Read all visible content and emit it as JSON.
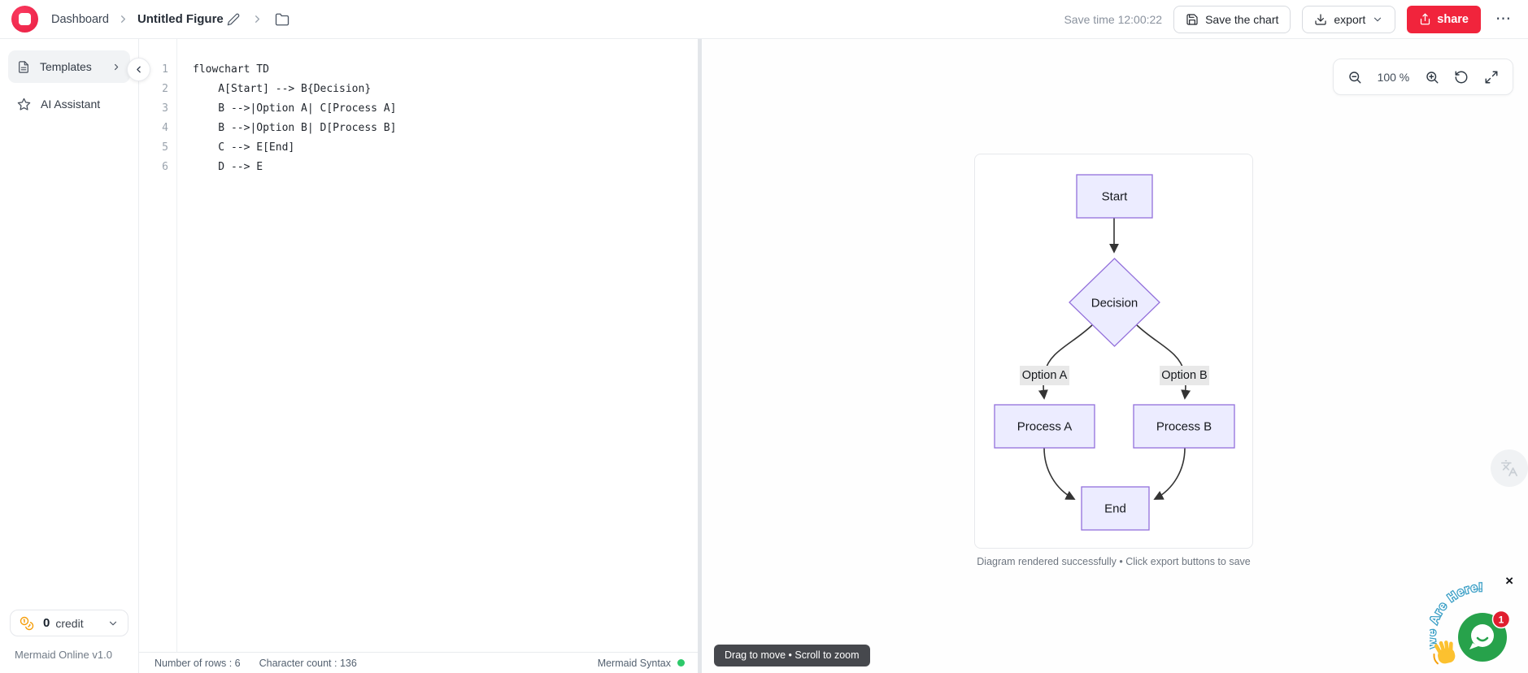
{
  "topbar": {
    "breadcrumb_dashboard": "Dashboard",
    "title": "Untitled Figure",
    "save_time": "Save time 12:00:22",
    "save_chart_label": "Save the chart",
    "export_label": "export",
    "share_label": "share",
    "more_label": "⋯"
  },
  "sidebar": {
    "templates_label": "Templates",
    "ai_assistant_label": "AI Assistant",
    "credit_count": "0",
    "credit_label": "credit",
    "version": "Mermaid Online v1.0"
  },
  "editor": {
    "line_numbers": [
      "1",
      "2",
      "3",
      "4",
      "5",
      "6"
    ],
    "lines": [
      "flowchart TD",
      "    A[Start] --> B{Decision}",
      "    B -->|Option A| C[Process A]",
      "    B -->|Option B| D[Process B]",
      "    C --> E[End]",
      "    D --> E"
    ],
    "status_rows": "Number of rows : 6",
    "status_chars": "Character count : 136",
    "status_syntax": "Mermaid Syntax"
  },
  "preview": {
    "zoom_level": "100 %",
    "status_message": "Diagram rendered successfully • Click export buttons to save",
    "tooltip": "Drag to move • Scroll to zoom"
  },
  "diagram": {
    "type": "flowchart",
    "direction": "TD",
    "nodes": [
      {
        "id": "A",
        "label": "Start",
        "shape": "rectangle"
      },
      {
        "id": "B",
        "label": "Decision",
        "shape": "diamond"
      },
      {
        "id": "C",
        "label": "Process A",
        "shape": "rectangle"
      },
      {
        "id": "D",
        "label": "Process B",
        "shape": "rectangle"
      },
      {
        "id": "E",
        "label": "End",
        "shape": "rectangle"
      }
    ],
    "edges": [
      {
        "from": "A",
        "to": "B",
        "label": ""
      },
      {
        "from": "B",
        "to": "C",
        "label": "Option A"
      },
      {
        "from": "B",
        "to": "D",
        "label": "Option B"
      },
      {
        "from": "C",
        "to": "E",
        "label": ""
      },
      {
        "from": "D",
        "to": "E",
        "label": ""
      }
    ],
    "colors": {
      "node_fill": "#ECECFF",
      "node_border": "#9370DB",
      "edge": "#333333",
      "edge_label_bg": "#e8e8e8"
    }
  },
  "chat": {
    "arc_text": "We Are Here!",
    "badge": "1",
    "close": "×",
    "colors": {
      "bubble_green": "#27a24b",
      "badge_red": "#e01e2f",
      "arc_blue": "#3b9fc6"
    }
  }
}
